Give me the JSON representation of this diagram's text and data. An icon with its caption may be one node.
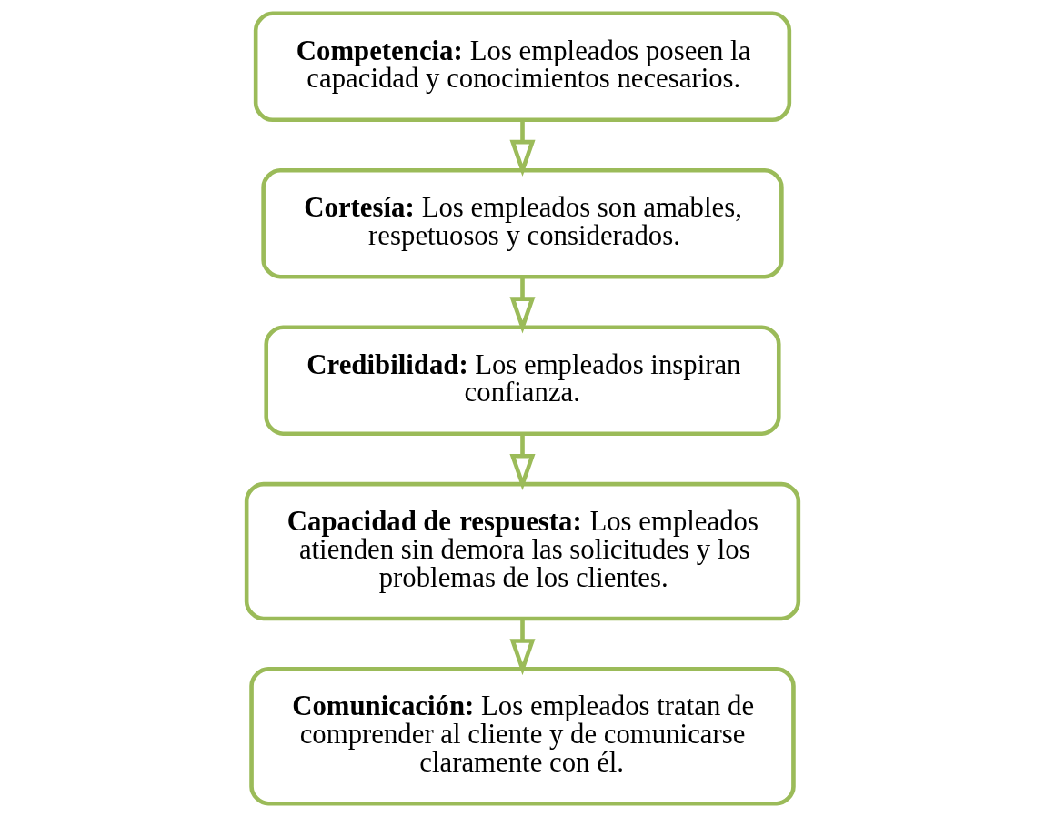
{
  "diagram": {
    "nodes": [
      {
        "text": [
          "**Competencia:** Los empleados poseen la capacidad y conocimientos necesarios."
        ]
      },
      {
        "text": [
          "**Cortesía:** Los empleados son amables, respetuosos y considerados."
        ]
      },
      {
        "text": [
          "**Credibilidad:** Los empleados inspiran confianza."
        ]
      },
      {
        "text": [
          "**Capacidad de respuesta:** Los empleados atienden sin demora las solicitudes y los problemas de los clientes."
        ]
      },
      {
        "text": [
          "**Comunicación:** Los empleados tratan de comprender al cliente y de comunicarse claramente con él."
        ]
      }
    ],
    "edges": [
      {
        "from": 0,
        "to": 1,
        "arrow": "to"
      },
      {
        "from": 1,
        "to": 2,
        "arrow": "to"
      },
      {
        "from": 2,
        "to": 3,
        "arrow": "to"
      },
      {
        "from": 3,
        "to": 4,
        "arrow": "to"
      }
    ]
  }
}
